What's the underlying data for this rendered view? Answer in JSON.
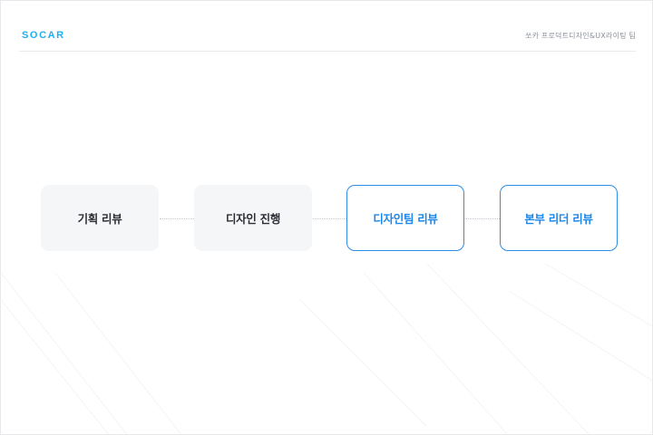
{
  "header": {
    "logo": "SOCAR",
    "team": "쏘카 프로덕트디자인&UX라이팅 팀"
  },
  "flow": {
    "steps": [
      {
        "label": "기획 리뷰",
        "state": "muted"
      },
      {
        "label": "디자인 진행",
        "state": "muted"
      },
      {
        "label": "디자인팀 리뷰",
        "state": "active"
      },
      {
        "label": "본부 리더 리뷰",
        "state": "active"
      }
    ]
  },
  "colors": {
    "brand": "#1cb0f6",
    "active_accent": "#2d8de8",
    "muted_box": "#f5f6f8"
  }
}
